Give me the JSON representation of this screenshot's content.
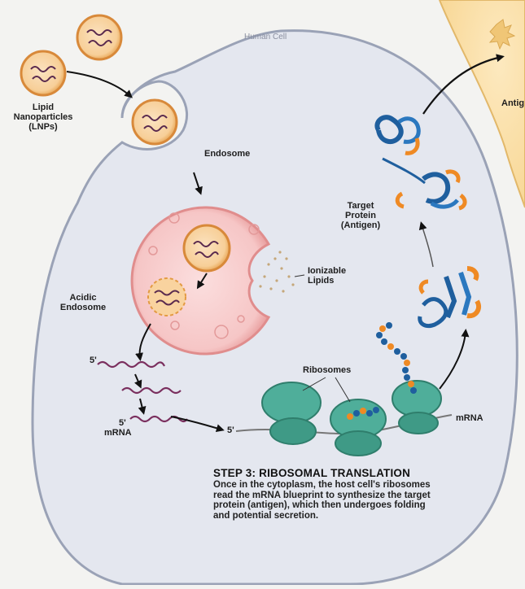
{
  "diagram": {
    "cell_label": "Human Cell",
    "antigen_partial_label": "Antig",
    "labels": {
      "lnps": "Lipid\nNanoparticles\n(LNPs)",
      "endosome": "Endosome",
      "acidic_endosome": "Acidic\nEndosome",
      "ionizable_lipids": "Ionizable\nLipids",
      "target_protein": "Target\nProtein\n(Antigen)",
      "ribosomes": "Ribosomes",
      "mrna_right": "mRNA",
      "mrna_left": "mRNA",
      "five_prime_a": "5'",
      "five_prime_b": "5'",
      "five_prime_c": "5'"
    },
    "step": {
      "title": "STEP 3: RIBOSOMAL TRANSLATION",
      "description": "Once in the cytoplasm, the host cell's ribosomes read the mRNA blueprint to synthesize the target protein (antigen), which then undergoes folding and potential secretion."
    },
    "colors": {
      "cell_fill": "#e4e7ef",
      "cell_border": "#9aa2b6",
      "external_cell": "#fbe0a6",
      "lnp_orange": "#e9a24a",
      "endosome_pink": "#f6c2c2",
      "ribosome_teal": "#4fae9a",
      "protein_blue": "#1f5f9e",
      "protein_orange": "#ef8a24",
      "mrna_purple": "#7a2f5e"
    }
  }
}
